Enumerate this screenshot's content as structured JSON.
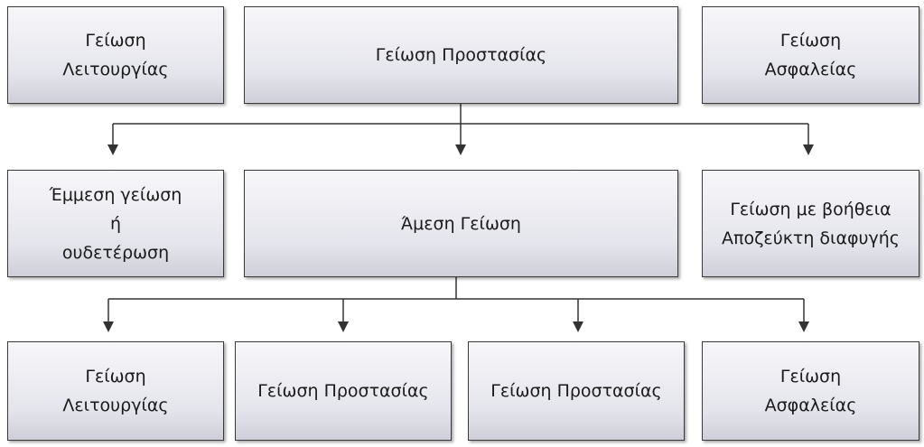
{
  "row1": {
    "left": [
      "Γείωση",
      "Λειτουργίας"
    ],
    "center": [
      "Γείωση Προστασίας"
    ],
    "right": [
      "Γείωση",
      "Ασφαλείας"
    ]
  },
  "row2": {
    "left": [
      "Έμμεση γείωση",
      "ή",
      "ουδετέρωση"
    ],
    "center": [
      "Άμεση Γείωση"
    ],
    "right": [
      "Γείωση με βοήθεια",
      "Αποζεύκτη διαφυγής"
    ]
  },
  "row3": {
    "box1": [
      "Γείωση",
      "Λειτουργίας"
    ],
    "box2": [
      "Γείωση Προστασίας"
    ],
    "box3": [
      "Γείωση Προστασίας"
    ],
    "box4": [
      "Γείωση",
      "Ασφαλείας"
    ]
  }
}
